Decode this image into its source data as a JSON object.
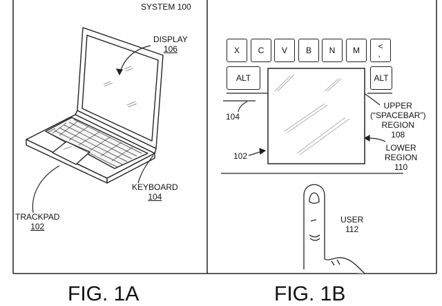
{
  "fig_a": {
    "system_label": "SYSTEM",
    "system_num": "100",
    "display_label": "DISPLAY",
    "display_num": "106",
    "keyboard_label": "KEYBOARD",
    "keyboard_num": "104",
    "trackpad_label": "TRACKPAD",
    "trackpad_num": "102",
    "caption": "FIG. 1A"
  },
  "fig_b": {
    "keys_top": [
      "X",
      "C",
      "V",
      "B",
      "N",
      "M",
      "<\n,"
    ],
    "key_alt_left": "ALT",
    "key_alt_right": "ALT",
    "label_104": "104",
    "label_102": "102",
    "upper_region_line1": "UPPER",
    "upper_region_line2": "(“SPACEBAR”)",
    "upper_region_line3": "REGION",
    "upper_region_num": "108",
    "lower_region_line1": "LOWER",
    "lower_region_line2": "REGION",
    "lower_region_num": "110",
    "user_label": "USER",
    "user_num": "112",
    "caption": "FIG. 1B"
  }
}
